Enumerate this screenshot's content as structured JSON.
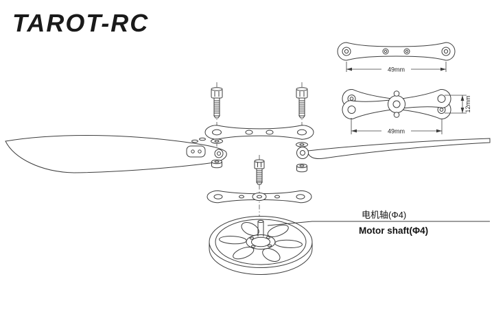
{
  "logo": {
    "text": "TAROT-RC"
  },
  "detail_views": {
    "plate_width_dim": "49mm",
    "assembly_width_dim": "49mm",
    "assembly_thickness_dim": "12mm"
  },
  "labels": {
    "motor_shaft_cn": "电机轴(Φ4)",
    "motor_shaft_en": "Motor shaft(Φ4)"
  },
  "colors": {
    "line": "#3b3b3b",
    "background": "#ffffff"
  }
}
